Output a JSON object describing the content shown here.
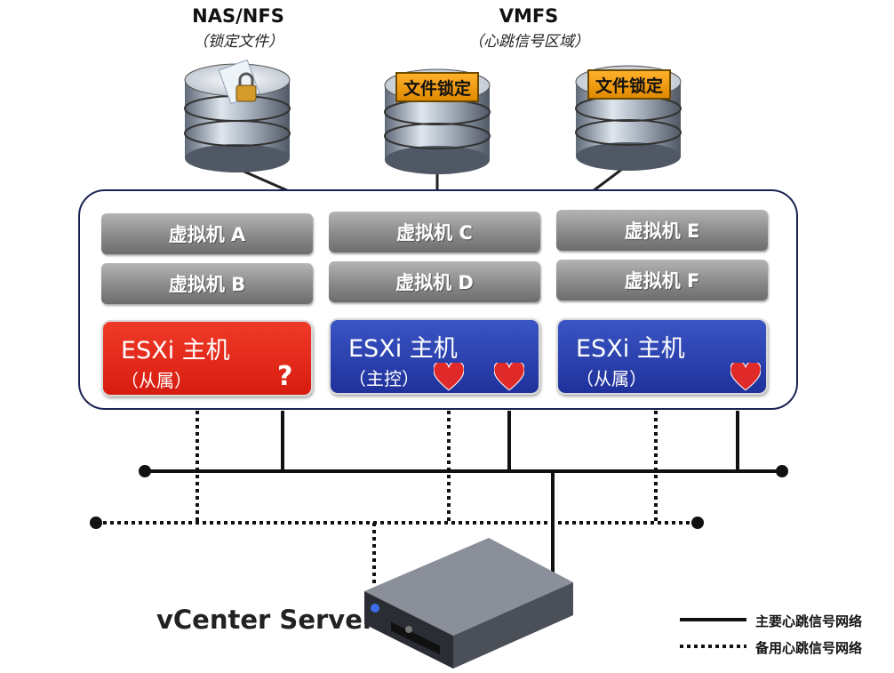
{
  "datastores": {
    "nas": {
      "title": "NAS/NFS",
      "subtitle": "（锁定文件）"
    },
    "vmfs": {
      "title": "VMFS",
      "subtitle": "（心跳信号区域）",
      "lock_labels": [
        "文件锁定",
        "文件锁定"
      ]
    }
  },
  "vms": [
    "虚拟机 A",
    "虚拟机 B",
    "虚拟机 C",
    "虚拟机 D",
    "虚拟机 E",
    "虚拟机 F"
  ],
  "hosts": [
    {
      "title": "ESXi 主机",
      "role": "（从属）",
      "status": "?",
      "color": "#e52616"
    },
    {
      "title": "ESXi 主机",
      "role": "（主控）",
      "color": "#2a40ad"
    },
    {
      "title": "ESXi 主机",
      "role": "（从属）",
      "color": "#2a40ad"
    }
  ],
  "vcenter_label": "vCenter Server",
  "legend": {
    "primary": "主要心跳信号网络",
    "backup": "备用心跳信号网络"
  },
  "colors": {
    "heart": "#e02a2a",
    "border": "#1b2352"
  }
}
